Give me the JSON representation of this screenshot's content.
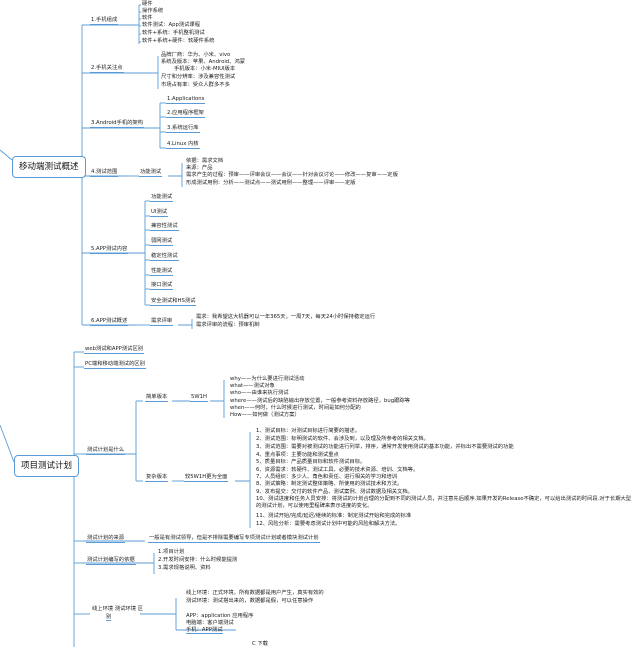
{
  "section1": {
    "root": "移动端测试概述",
    "b1": {
      "label": "1.手机组成",
      "items": [
        "硬件",
        "操作系统",
        "软件",
        "软件测试：App测试课程",
        "软件+系统：手机整机测试",
        "软件+系统+硬件：软硬件系统"
      ]
    },
    "b2": {
      "label": "2.手机关注点",
      "items": [
        "品牌厂商：华为、小米、vivo",
        "系统及版本：苹果、Android、鸿蒙",
        "手机版本：小米-MIUI版本",
        "尺寸和分辨率：涉及兼容性测试",
        "市场占有率：受众人群多不多"
      ]
    },
    "b3": {
      "label": "3.Android手机的架构",
      "items": [
        "1.Applications",
        "2.应用程序框架",
        "3.系统运行库",
        "4.Linux 内核"
      ]
    },
    "b4": {
      "label": "4.测试范围",
      "sub": "功能测试",
      "items": [
        "依据：需求文档",
        "来源：产品",
        "需求产生的过程：预审——评审会议——会议——针对会议讨论——修改——复审——定版",
        "形成测试用例：分析——测试点——测试用例——整理——评审——定版"
      ]
    },
    "b5": {
      "label": "5.APP测试内容",
      "items": [
        "功能测试",
        "UI测试",
        "兼容性测试",
        "弱网测试",
        "稳定性测试",
        "性能测试",
        "接口测试",
        "安全测试和HS测试"
      ]
    },
    "b6": {
      "label": "6.APP测试概述",
      "sub": "需求评审",
      "items": [
        "需求：我希望这大机器可以一年365天，一周7天，每天24小时保持稳定运行",
        "需求评审的流程：预审机制"
      ]
    }
  },
  "section2": {
    "root": "项目测试计划",
    "l1": "web测试和APP测试区别",
    "l2": "PC端和移动端测试的区别",
    "plan": {
      "label": "测试计划是什么",
      "simple": {
        "label": "简单版本",
        "sub": "5W1H",
        "items": [
          "why——为什么要进行测试活动",
          "what——测试对象",
          "who——由谁来执行测试",
          "where——测试后的缺陷输出存放位置，一般参考资料存放路径，bug跟踪等",
          "when——何时，什么时候进行测试，时间是如何分配的",
          "How——如何做（测试方案）"
        ]
      },
      "complex": {
        "label": "复杂版本",
        "sub": "较5W1H更为全面",
        "items": [
          "1、测试目标：对测试目标进行简要的描述。",
          "2、测试范围：标明测试的软件、会涉及到，以及理及所参考的相关文档。",
          "3、测试范围：需要对被测试的功能进行列举，排序，通常开发使用测试的基本功能，并标出不需要测试的功能",
          "4、重点事项：主要功能和测试重点",
          "5、质量目标：产品质量目标和软件测试目标。",
          "6、资源需求：软硬件、测试工具、必要的技术资源、培训、文档等。",
          "7、人员组织：多少人、角色和责任、进行相关的学习和培训",
          "8、测试策略：制定测试整体策略、所使用的测试技术和方法。",
          "9、发布提交：交付的软件产品、测试案例、测试数据及相关文档。",
          "10、测试进度和任务人员安排：将测试的计划合理的分配到不同的测试人员，并注意先后顺序.如果开发的Release不确定，可以给出测试的时间段.对于长期大型的测试计划，可以使用里程碑来表示进度的变化。",
          "11、测试开始/完成/延迟/继续的标准：制定测试开始和完成的标准",
          "12、风险分析：需要考虑测试计划中可能的风险和解决方法。"
        ]
      }
    },
    "source": {
      "label": "测试计划的来源",
      "text": "一般是有测试领导，但是不排除需要编写专项测试计划或者模块测试计划"
    },
    "write": {
      "label": "测试计划编写的依据",
      "items": [
        "1.项目计划",
        "2.开发时间安排：什么时候能提测",
        "3.需求规格说明、资料"
      ]
    },
    "env": {
      "label1": "线上环境  测试环境  区",
      "label2": "别",
      "items": [
        "线上环境：正式环境，所有数据都是用户产生，真实有效的",
        "测试环境：测试搭出来的，数据都是假，可以任意操作"
      ],
      "items2": [
        "APP：application 应用程序",
        "电脑端：客户端测试",
        "手机：APP测试"
      ],
      "cut": "C 下载"
    }
  },
  "colors": {
    "branch": "#5b9bd5",
    "line": "#5b9bd5"
  }
}
